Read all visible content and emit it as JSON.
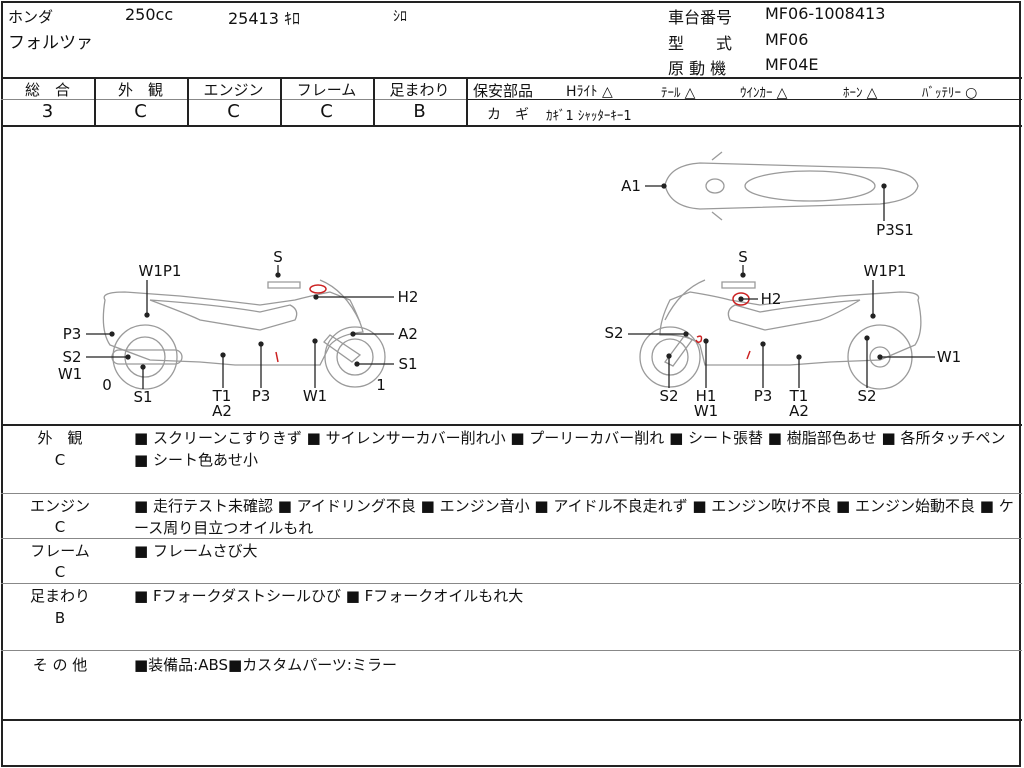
{
  "header": {
    "maker": "ホンダ",
    "displacement": "250cc",
    "mileage": "25413 ｷﾛ",
    "color": "ｼﾛ",
    "model_name": "フォルツァ",
    "frame_no_label": "車台番号",
    "frame_no": "MF06-1008413",
    "type_label": "型　　式",
    "type": "MF06",
    "engine_label": "原 動 機",
    "engine": "MF04E"
  },
  "scores": [
    {
      "label": "総　合",
      "value": "3"
    },
    {
      "label": "外　観",
      "value": "C"
    },
    {
      "label": "エンジン",
      "value": "C"
    },
    {
      "label": "フレーム",
      "value": "C"
    },
    {
      "label": "足まわり",
      "value": "B"
    }
  ],
  "safety": {
    "label": "保安部品",
    "items": [
      {
        "name": "Hﾗｲﾄ",
        "mark": "△"
      },
      {
        "name": "ﾃｰﾙ",
        "mark": "△"
      },
      {
        "name": "ｳｲﾝｶｰ",
        "mark": "△"
      },
      {
        "name": "ﾎｰﾝ",
        "mark": "△"
      },
      {
        "name": "ﾊﾞｯﾃﾘｰ",
        "mark": "○"
      }
    ],
    "key_label": "カ　ギ",
    "key_value": "ｶｷﾞ1 ｼｬｯﾀｰｷｰ1"
  },
  "diagram": {
    "top_view": [
      "A1",
      "P3S1"
    ],
    "left_view": [
      "W1P1",
      "S",
      "H2",
      "P3",
      "A2",
      "S2",
      "W1",
      "S1",
      "0",
      "1",
      "S1",
      "T1",
      "P3",
      "W1",
      "A2"
    ],
    "right_view": [
      "S",
      "W1P1",
      "H2",
      "S2",
      "W1",
      "S2",
      "H1",
      "W1",
      "P3",
      "T1",
      "A2",
      "S2"
    ]
  },
  "comments": [
    {
      "title": "外　観",
      "grade": "C",
      "text": "■ スクリーンこすりきず ■ サイレンサーカバー削れ小 ■ プーリーカバー削れ ■ シート張替 ■ 樹脂部色あせ ■ 各所タッチペン ■ シート色あせ小"
    },
    {
      "title": "エンジン",
      "grade": "C",
      "text": "■ 走行テスト未確認 ■ アイドリング不良 ■ エンジン音小 ■ アイドル不良走れず ■ エンジン吹け不良 ■ エンジン始動不良 ■ ケース周り目立つオイルもれ"
    },
    {
      "title": "フレーム",
      "grade": "C",
      "text": "■ フレームさび大"
    },
    {
      "title": "足まわり",
      "grade": "B",
      "text": "■ Fフォークダストシールひび ■ Fフォークオイルもれ大"
    },
    {
      "title": "そ の 他",
      "grade": "",
      "text": "■装備品:ABS■カスタムパーツ:ミラー"
    }
  ],
  "colors": {
    "line": "#222222",
    "drawing": "#9a9a9a",
    "damage": "#cc2222"
  }
}
